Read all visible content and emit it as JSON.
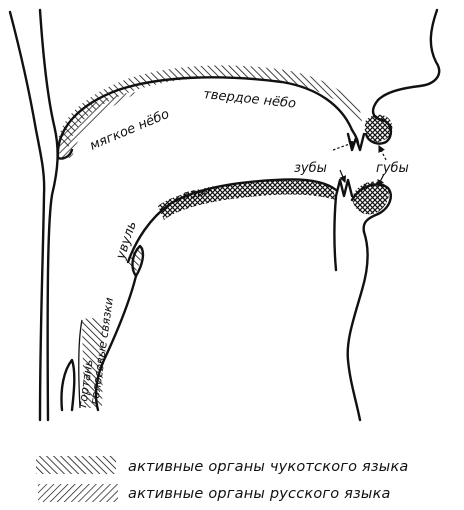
{
  "labels": {
    "soft_palate": "мягкое нёбо",
    "hard_palate": "твердое нёбо",
    "teeth": "зубы",
    "lips": "губы",
    "tongue": "язык",
    "uvula": "увуль",
    "vocal_cords": "голосовые связки",
    "larynx": "гортань"
  },
  "legend": {
    "chukchi": "активные органы чукотского языка",
    "russian": "активные органы русского языка"
  }
}
